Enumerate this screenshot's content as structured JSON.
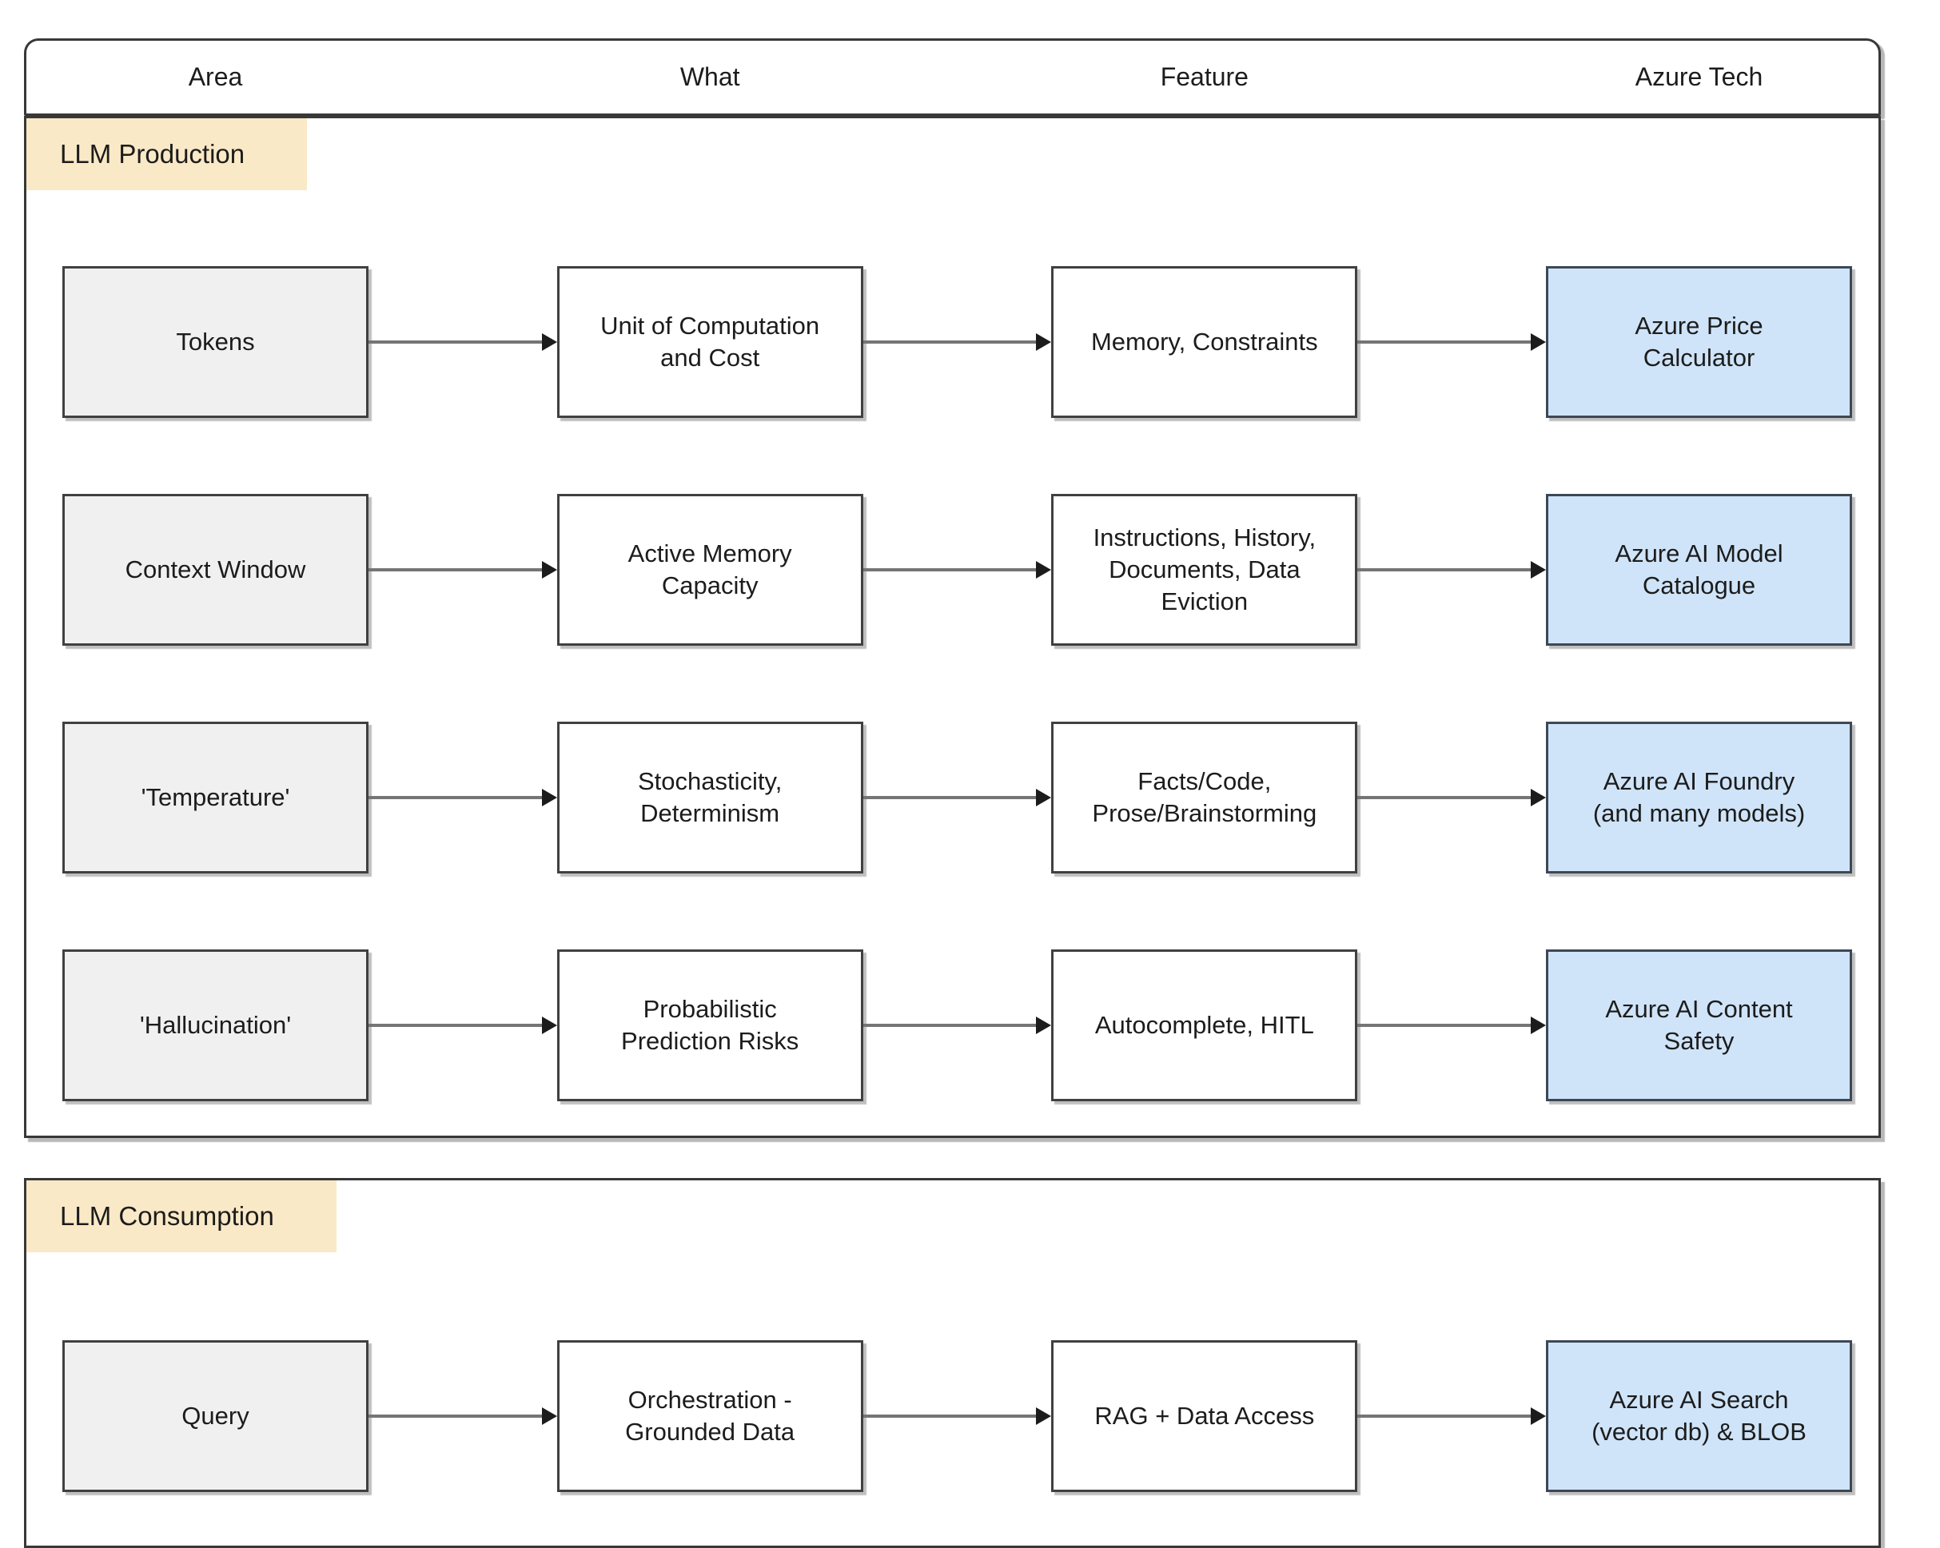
{
  "diagram": {
    "column_headers": [
      "Area",
      "What",
      "Feature",
      "Azure Tech"
    ],
    "sections": [
      {
        "label": "LLM Production",
        "rows": [
          {
            "area": "Tokens",
            "what": "Unit of Computation\nand Cost",
            "feature": "Memory, Constraints",
            "azure_tech": "Azure Price\nCalculator"
          },
          {
            "area": "Context Window",
            "what": "Active Memory\nCapacity",
            "feature": "Instructions, History,\nDocuments, Data\nEviction",
            "azure_tech": "Azure AI Model\nCatalogue"
          },
          {
            "area": "'Temperature'",
            "what": "Stochasticity,\nDeterminism",
            "feature": "Facts/Code,\nProse/Brainstorming",
            "azure_tech": "Azure AI Foundry\n(and many models)"
          },
          {
            "area": "'Hallucination'",
            "what": "Probabilistic\nPrediction Risks",
            "feature": "Autocomplete, HITL",
            "azure_tech": "Azure AI Content\nSafety"
          }
        ]
      },
      {
        "label": "LLM Consumption",
        "rows": [
          {
            "area": "Query",
            "what": "Orchestration -\nGrounded Data",
            "feature": "RAG + Data Access",
            "azure_tech": "Azure AI Search\n(vector db) & BLOB"
          }
        ]
      }
    ],
    "colors": {
      "area_box_fill": "#f0f0f0",
      "plain_box_fill": "#ffffff",
      "azure_box_fill": "#cfe4f8",
      "azure_box_border": "#3d4855",
      "section_label_fill": "#fae9c6",
      "box_border": "#404040",
      "container_border": "#383838",
      "arrow_shaft": "#757575",
      "arrow_head": "#1c1c1c"
    }
  }
}
